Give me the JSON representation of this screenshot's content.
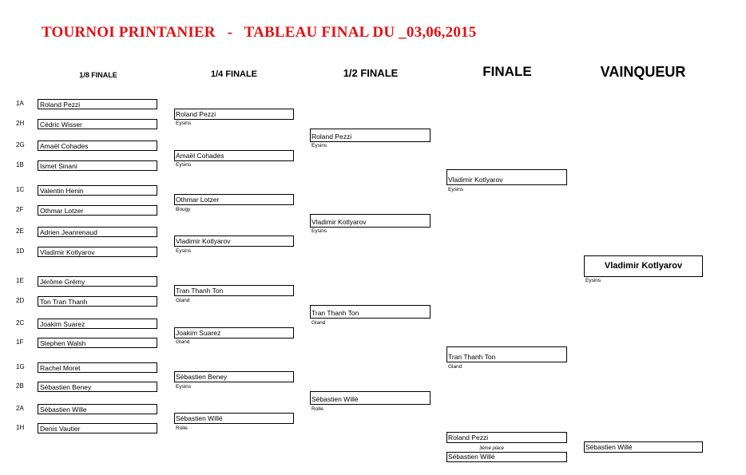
{
  "title": "TOURNOI PRINTANIER   -   TABLEAU FINAL DU _03,06,2015",
  "headers": {
    "round_of_16": "1/8 FINALE",
    "quarter": "1/4 FINALE",
    "semi": "1/2 FINALE",
    "final": "FINALE",
    "winner": "VAINQUEUR"
  },
  "round_of_16": [
    {
      "seed": "1A",
      "name": "Roland Pezzi"
    },
    {
      "seed": "2H",
      "name": "Cédric Wisser"
    },
    {
      "seed": "2G",
      "name": "Amaël Cohades"
    },
    {
      "seed": "1B",
      "name": "Ismet Sinani"
    },
    {
      "seed": "1C",
      "name": "Valentin Henin"
    },
    {
      "seed": "2F",
      "name": "Othmar Lotzer"
    },
    {
      "seed": "2E",
      "name": "Adrien Jeanrenaud"
    },
    {
      "seed": "1D",
      "name": "Vladimir Kotlyarov"
    },
    {
      "seed": "1E",
      "name": "Jérôme Grémy"
    },
    {
      "seed": "2D",
      "name": "Ton Tran Thanh"
    },
    {
      "seed": "2C",
      "name": "Joakim Suarez"
    },
    {
      "seed": "1F",
      "name": "Stephen Walsh"
    },
    {
      "seed": "1G",
      "name": "Rachel Moret"
    },
    {
      "seed": "2B",
      "name": "Sébastien Beney"
    },
    {
      "seed": "2A",
      "name": "Sébastien Wille"
    },
    {
      "seed": "1H",
      "name": "Denis Vautier"
    }
  ],
  "quarter_finals": [
    {
      "name": "Roland Pezzi",
      "club": "Eysins"
    },
    {
      "name": "Amaël Cohades",
      "club": "Eysins"
    },
    {
      "name": "Othmar Lotzer",
      "club": "Bougy"
    },
    {
      "name": "Vladimir Kotlyarov",
      "club": "Eysins"
    },
    {
      "name": "Tran Thanh Ton",
      "club": "Gland"
    },
    {
      "name": "Joakim Suarez",
      "club": "Gland"
    },
    {
      "name": "Sébastien Beney",
      "club": "Eysins"
    },
    {
      "name": "Sébastien Willé",
      "club": "Rolle"
    }
  ],
  "semi_finals": [
    {
      "name": "Roland Pezzi",
      "club": "Eysins"
    },
    {
      "name": "Vladimir Kotlyarov",
      "club": "Eysins"
    },
    {
      "name": "Tran Thanh Ton",
      "club": "Gland"
    },
    {
      "name": "Sébastien Willé",
      "club": "Rolle"
    }
  ],
  "finals": [
    {
      "name": "Vladimir Kotlyarov",
      "club": "Eysins"
    },
    {
      "name": "Tran Thanh Ton",
      "club": "Gland"
    }
  ],
  "winner": {
    "name": "Vladimir Kotlyarov",
    "club": "Eysins"
  },
  "third_place": {
    "label": "3ème place",
    "player1": "Roland Pezzi",
    "player2": "Sébastien Willé",
    "winner": "Sébastien Willé"
  },
  "colors": {
    "title": "#e41010",
    "lines": "#000000"
  }
}
